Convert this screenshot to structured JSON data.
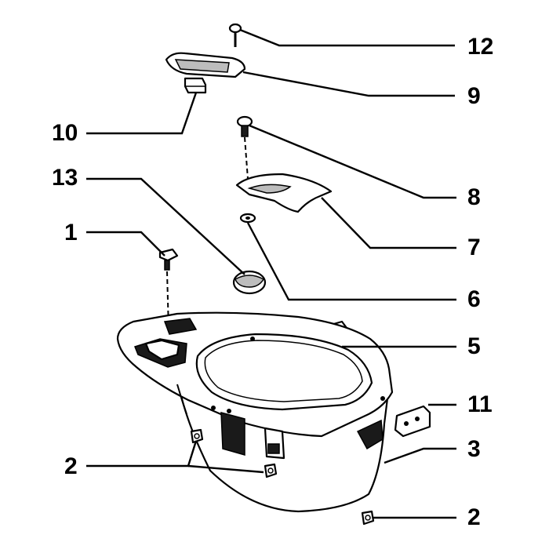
{
  "callouts": {
    "c12": "12",
    "c9": "9",
    "c10": "10",
    "c8": "8",
    "c13": "13",
    "c7": "7",
    "c1": "1",
    "c6": "6",
    "c5": "5",
    "c11": "11",
    "c3": "3",
    "c2a": "2",
    "c2b": "2"
  }
}
